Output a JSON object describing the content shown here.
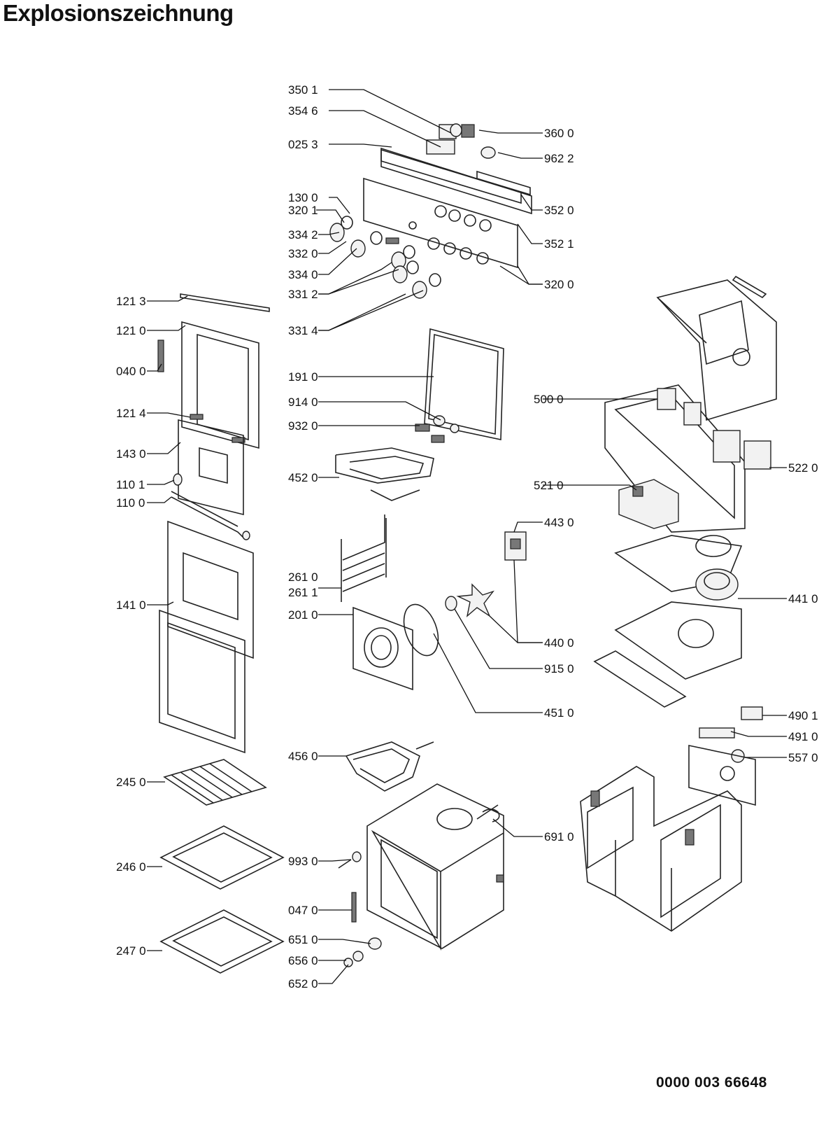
{
  "title": "Explosionszeichnung",
  "document_number": "0000 003 66648",
  "part_labels": [
    "350 1",
    "354 6",
    "025 3",
    "360 0",
    "962 2",
    "130 0",
    "320 1",
    "334 2",
    "332 0",
    "334 0",
    "331 2",
    "331 4",
    "352 0",
    "352 1",
    "320 0",
    "121 3",
    "121 0",
    "040 0",
    "121 4",
    "143 0",
    "110 1",
    "110 0",
    "141 0",
    "245 0",
    "246 0",
    "247 0",
    "191 0",
    "914 0",
    "932 0",
    "452 0",
    "261 0",
    "261 1",
    "201 0",
    "456 0",
    "993 0",
    "047 0",
    "651 0",
    "656 0",
    "652 0",
    "500 0",
    "522 0",
    "521 0",
    "443 0",
    "441 0",
    "440 0",
    "915 0",
    "451 0",
    "490 1",
    "491 0",
    "557 0",
    "691 0"
  ]
}
